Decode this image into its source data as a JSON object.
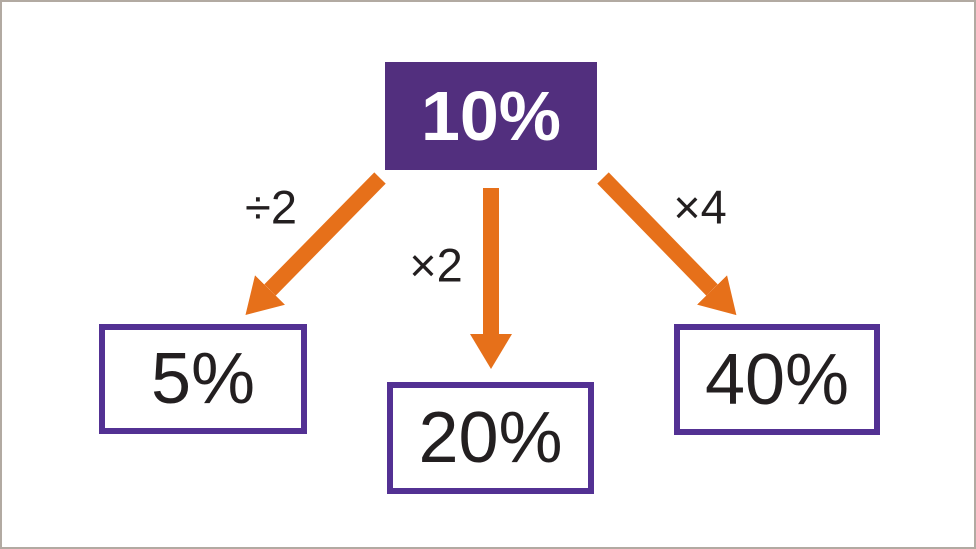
{
  "diagram": {
    "root": {
      "label": "10%"
    },
    "branches": [
      {
        "operation": "÷2",
        "result": "5%"
      },
      {
        "operation": "×2",
        "result": "20%"
      },
      {
        "operation": "×4",
        "result": "40%"
      }
    ]
  },
  "colors": {
    "purple-fill": "#522f7e",
    "purple-border": "#533193",
    "orange": "#e6701a",
    "text-dark": "#231f20",
    "frame": "#b2aaa2",
    "background": "#ffffff",
    "root-text": "#ffffff"
  }
}
